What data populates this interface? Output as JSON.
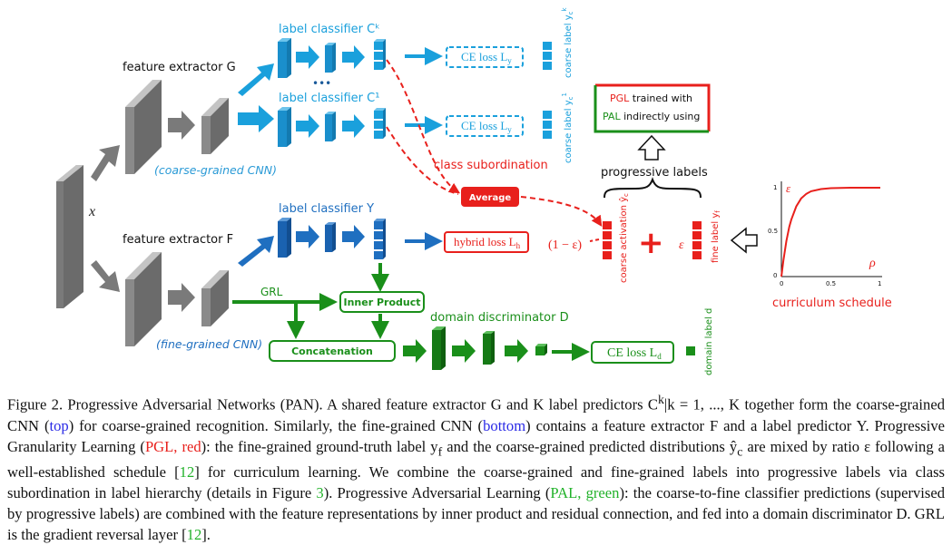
{
  "colors": {
    "coarse_blue": "#1aa0dc",
    "fine_blue": "#1f6fc0",
    "pgl_red": "#e8201c",
    "pal_green": "#1a8f1a",
    "extractor_gray": "#8a8a8a"
  },
  "diagram": {
    "input_label": "x",
    "feature_extractor_g": "feature extractor G",
    "coarse_cnn": "(coarse-grained CNN)",
    "label_classifier_ck": "label classifier Cᵏ",
    "label_classifier_c1": "label classifier C¹",
    "ellipsis": "•••",
    "ce_loss_y": "CE loss L",
    "ce_loss_y_sub": "y",
    "coarse_label_k": "coarse label y",
    "coarse_label_k_sup": "k",
    "coarse_label_1": "coarse label y",
    "coarse_label_1_sup": "1",
    "coarse_label_sub": "c",
    "class_subordination": "class subordination",
    "average": "Average",
    "pgl_box_pgl": "PGL",
    "pgl_box_text1": "trained with",
    "pgl_box_pal": "PAL",
    "pgl_box_text2": "indirectly using",
    "progressive_labels": "progressive labels",
    "coarse_activation": "coarse activation ŷ",
    "coarse_activation_sub": "c",
    "fine_label": "fine label y",
    "fine_label_sub": "f",
    "one_minus_eps": "(1 − ε)",
    "plus": "+",
    "eps": "ε",
    "feature_extractor_f": "feature extractor F",
    "fine_cnn": "(fine-grained CNN)",
    "label_classifier_y": "label classifier Y",
    "hybrid_loss": "hybrid loss L",
    "hybrid_loss_sub": "h",
    "grl": "GRL",
    "inner_product": "Inner Product",
    "domain_discriminator": "domain discriminator D",
    "concatenation": "Concatenation",
    "ce_loss_d": "CE loss L",
    "ce_loss_d_sub": "d",
    "domain_label": "domain label d",
    "curriculum_schedule": "curriculum schedule"
  },
  "chart_data": {
    "type": "line",
    "ylabel": "ε",
    "xlabel": "ρ",
    "xlim": [
      0,
      1
    ],
    "ylim": [
      0,
      1
    ],
    "x_ticks": [
      "0",
      "0.5",
      "1"
    ],
    "y_ticks": [
      "0",
      "0.5",
      "1"
    ],
    "series": [
      {
        "x": [
          0,
          0.02,
          0.05,
          0.08,
          0.1,
          0.15,
          0.2,
          0.25,
          0.3,
          0.4,
          0.5,
          0.6,
          0.7,
          0.8,
          0.9,
          1.0
        ],
        "y": [
          0,
          0.18,
          0.4,
          0.56,
          0.64,
          0.79,
          0.88,
          0.93,
          0.96,
          0.985,
          0.995,
          0.998,
          1.0,
          1.0,
          1.0,
          1.0
        ]
      }
    ],
    "grid": false
  },
  "caption": {
    "p1": "Figure 2. Progressive Adversarial Networks (PAN). A shared feature extractor G and K label predictors C",
    "p1_sup": "k",
    "p1b": "|k = 1, ..., K together form the coarse-grained CNN (",
    "top": "top",
    "p2": ") for coarse-grained recognition. Similarly, the fine-grained CNN (",
    "bottom": "bottom",
    "p3": ") contains a feature extractor F and a label predictor Y. Progressive Granularity Learning (",
    "pgl_red": "PGL, red",
    "p4": "): the fine-grained ground-truth label y",
    "p4_sub": "f",
    "p4b": " and the coarse-grained predicted distributions ŷ",
    "p4b_sub": "c",
    "p5": " are mixed by ratio ε following a well-established schedule [",
    "ref12a": "12",
    "p6": "] for curriculum learning. We combine the coarse-grained and fine-grained labels into progressive labels via class subordination in label hierarchy (details in Figure ",
    "fig3": "3",
    "p7": "). Progressive Adversarial Learning (",
    "pal_green": "PAL, green",
    "p8": "): the coarse-to-fine classifier predictions (supervised by progressive labels) are combined with the feature representations by inner product and residual connection, and fed into a domain discriminator D. GRL is the gradient reversal layer [",
    "ref12b": "12",
    "p9": "]."
  }
}
